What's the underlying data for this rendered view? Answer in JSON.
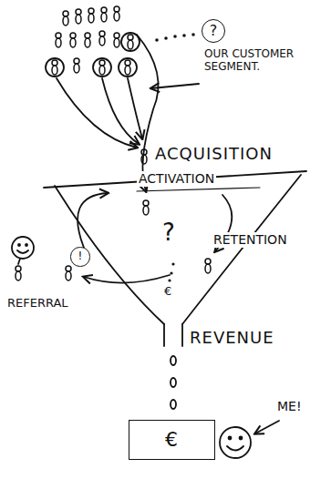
{
  "diagram": {
    "nodes": [
      {
        "text": [
          "?"
        ]
      },
      {
        "text": [
          "!"
        ]
      },
      {
        "text": [
          "€"
        ]
      }
    ],
    "labels": [
      "OUR CUSTOMER SEGMENT.",
      "ACQUISITION",
      "ACTIVATION",
      "?",
      "RETENTION",
      "REFERRAL",
      "€",
      "REVENUE",
      "ME!"
    ]
  }
}
